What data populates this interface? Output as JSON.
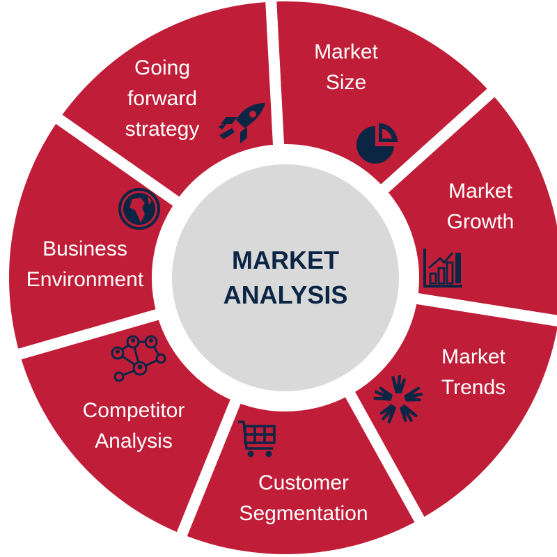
{
  "title": {
    "line1": "MARKET",
    "line2": "ANALYSIS"
  },
  "colors": {
    "segment": "#C01E38",
    "center": "#D9D9D9",
    "text_dark": "#0B2545",
    "icon": "#0B2545"
  },
  "segments": [
    {
      "lines": [
        "Market",
        "Size"
      ],
      "icon": "pie-chart-icon"
    },
    {
      "lines": [
        "Market",
        "Growth"
      ],
      "icon": "bar-chart-growth-icon"
    },
    {
      "lines": [
        "Market",
        "Trends"
      ],
      "icon": "hands-circle-icon"
    },
    {
      "lines": [
        "Customer",
        "Segmentation"
      ],
      "icon": "shopping-cart-icon"
    },
    {
      "lines": [
        "Competitor",
        "Analysis"
      ],
      "icon": "network-people-icon"
    },
    {
      "lines": [
        "Business",
        "Environment"
      ],
      "icon": "globe-icon"
    },
    {
      "lines": [
        "Going",
        "forward",
        "strategy"
      ],
      "icon": "rocket-icon"
    }
  ]
}
